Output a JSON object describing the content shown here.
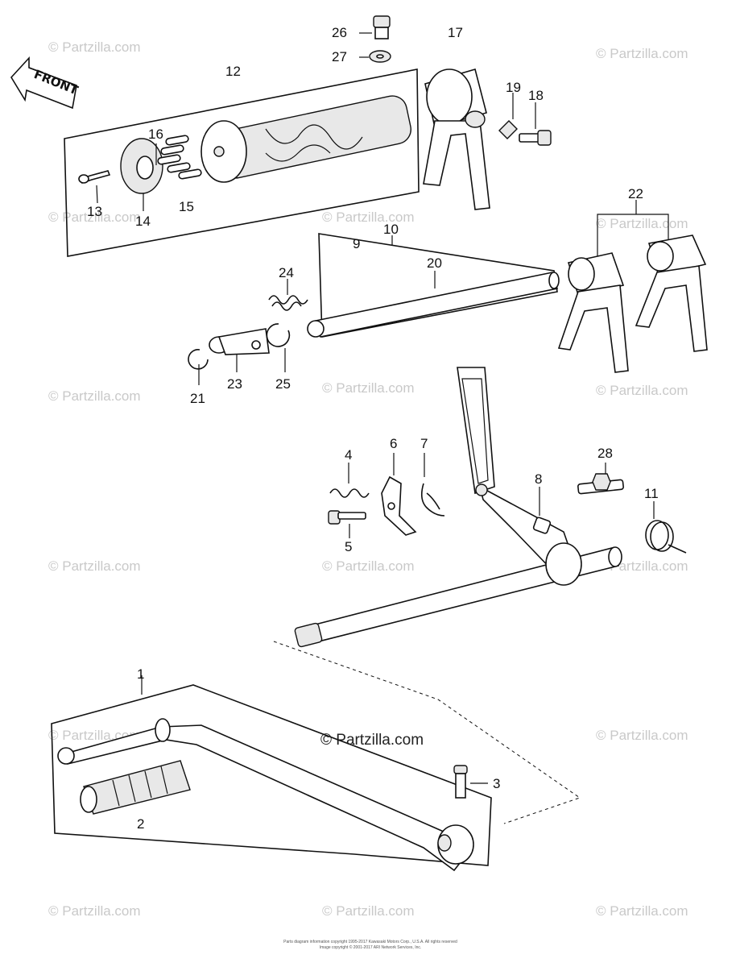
{
  "front_arrow": "FRONT",
  "center_watermark": "© Partzilla.com",
  "watermark": "© Partzilla.com",
  "footer_line1": "Parts diagram information copyright 1995-2017 Kawasaki Motors Corp., U.S.A. All rights reserved",
  "footer_line2": "Image copyright © 2001-2017 ARI Network Services, Inc.",
  "parts": {
    "p1": "1",
    "p2": "2",
    "p3": "3",
    "p4": "4",
    "p5": "5",
    "p6": "6",
    "p7": "7",
    "p8": "8",
    "p9": "9",
    "p10": "10",
    "p11": "11",
    "p12": "12",
    "p13": "13",
    "p14": "14",
    "p15": "15",
    "p16": "16",
    "p17": "17",
    "p18": "18",
    "p19": "19",
    "p20": "20",
    "p21": "21",
    "p22": "22",
    "p23": "23",
    "p24": "24",
    "p25": "25",
    "p26": "26",
    "p27": "27",
    "p28": "28"
  }
}
